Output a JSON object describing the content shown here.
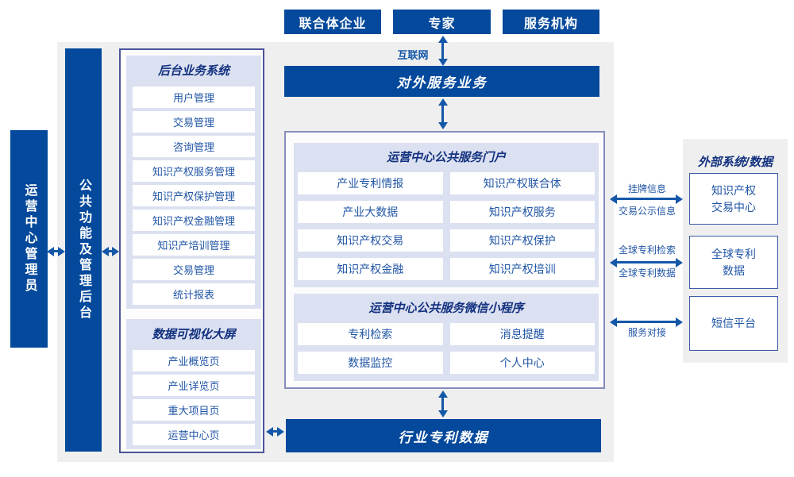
{
  "actors": {
    "consortium": "联合体企业",
    "expert": "专家",
    "agency": "服务机构"
  },
  "internet_label": "互联网",
  "external_service_bar": "对外服务业务",
  "left_bars": {
    "operation_admin": "运营中心管理员",
    "public_function_backend": "公共功能及管理后台"
  },
  "backend_system": {
    "title": "后台业务系统",
    "items": [
      "用户管理",
      "交易管理",
      "咨询管理",
      "知识产权服务管理",
      "知识产权保护管理",
      "知识产权金融管理",
      "知识产培训管理",
      "交易管理",
      "统计报表"
    ]
  },
  "dashboard": {
    "title": "数据可视化大屏",
    "items": [
      "产业概览页",
      "产业详览页",
      "重大项目页",
      "运营中心页"
    ]
  },
  "portal": {
    "title": "运营中心公共服务门户",
    "items": [
      "产业专利情报",
      "知识产权联合体",
      "产业大数据",
      "知识产权服务",
      "知识产权交易",
      "知识产权保护",
      "知识产权金融",
      "知识产权培训"
    ]
  },
  "miniprogram": {
    "title": "运营中心公共服务微信小程序",
    "items": [
      "专利检索",
      "消息提醒",
      "数据监控",
      "个人中心"
    ]
  },
  "industry_patent_bar": "行业专利数据",
  "external_systems": {
    "title": "外部系统/数据",
    "boxes": [
      "知识产权\n交易中心",
      "全球专利\n数据",
      "短信平台"
    ],
    "links": [
      {
        "label_top": "挂牌信息",
        "label_bottom": "交易公示信息"
      },
      {
        "label_top": "全球专利检索",
        "label_bottom": "全球专利数据"
      },
      {
        "label_top": "",
        "label_bottom": "服务对接"
      }
    ]
  },
  "colors": {
    "primary_blue": "#04499b",
    "panel_gray": "#efefef",
    "section_lavender": "#dce1f1",
    "item_text_blue": "#2156a5",
    "header_navy": "#12317f",
    "arrow_blue": "#1457a8"
  }
}
